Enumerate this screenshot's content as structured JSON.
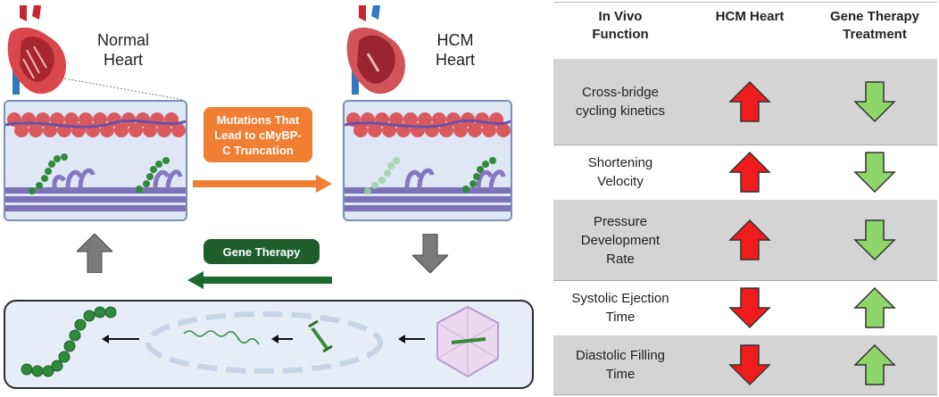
{
  "left": {
    "normal_heart": {
      "line1": "Normal",
      "line2": "Heart"
    },
    "hcm_heart": {
      "line1": "HCM",
      "line2": "Heart"
    },
    "mutation_badge": {
      "line1": "Mutations That",
      "line2": "Lead to cMyBP-",
      "line3": "C Truncation"
    },
    "gene_therapy_badge": "Gene Therapy"
  },
  "table": {
    "headers": {
      "col1": {
        "line1": "In Vivo",
        "line2": "Function"
      },
      "col2": "HCM Heart",
      "col3": {
        "line1": "Gene Therapy",
        "line2": "Treatment"
      }
    },
    "rows": [
      {
        "label": [
          "Cross-bridge",
          "cycling kinetics"
        ],
        "hcm": "up",
        "therapy": "down"
      },
      {
        "label": [
          "Shortening",
          "Velocity"
        ],
        "hcm": "up",
        "therapy": "down"
      },
      {
        "label": [
          "Pressure",
          "Development",
          "Rate"
        ],
        "hcm": "up",
        "therapy": "down"
      },
      {
        "label": [
          "Systolic Ejection",
          "Time"
        ],
        "hcm": "down",
        "therapy": "up"
      },
      {
        "label": [
          "Diastolic Filling",
          "Time"
        ],
        "hcm": "down",
        "therapy": "up"
      }
    ],
    "colors": {
      "hcm": "#ee1c1c",
      "therapy": "#8fd66a",
      "shade": "#d4d4d4"
    }
  }
}
